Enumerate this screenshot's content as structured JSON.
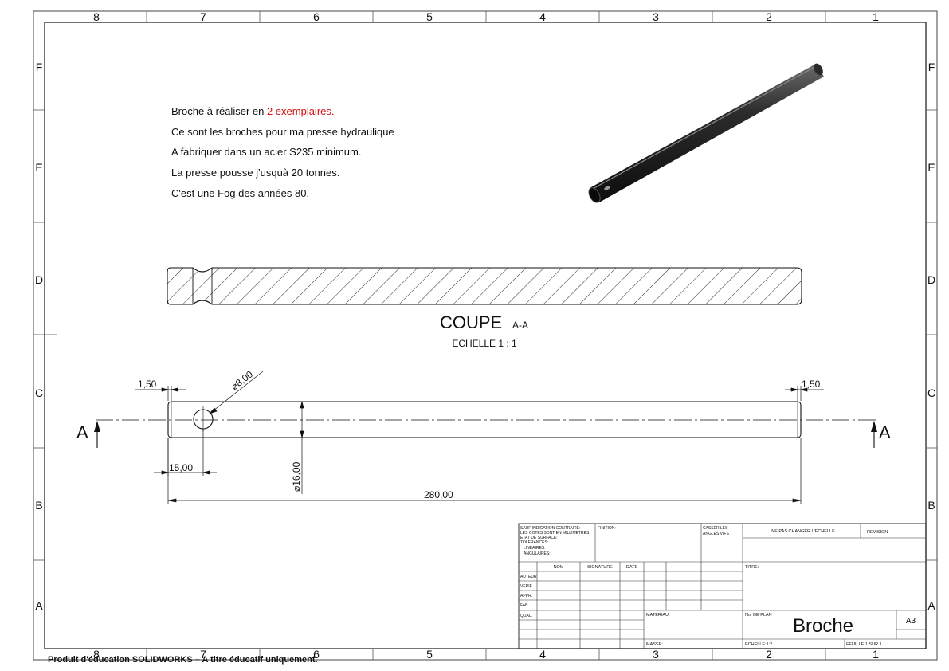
{
  "frame": {
    "columns": [
      "8",
      "7",
      "6",
      "5",
      "4",
      "3",
      "2",
      "1"
    ],
    "rows": [
      "F",
      "E",
      "D",
      "C",
      "B",
      "A"
    ]
  },
  "notes": {
    "line1_prefix": "Broche à réaliser en",
    "line1_highlight": " 2 exemplaires.",
    "line2": "Ce sont les broches pour ma presse hydraulique",
    "line3": "A fabriquer dans un acier S235 minimum.",
    "line4": "La presse pousse j'usquà 20 tonnes.",
    "line5": "C'est une Fog des années 80."
  },
  "section": {
    "title": "COUPE",
    "suffix": "A-A",
    "scale": "ECHELLE  1 : 1"
  },
  "dimensions": {
    "chamfer_left": "1,50",
    "chamfer_right": "1,50",
    "hole_diameter": "⌀8,00",
    "hole_offset": "15,00",
    "shaft_diameter": "⌀16,00",
    "length": "280,00",
    "section_label": "A"
  },
  "title_block": {
    "general_note": [
      "SAUF INDICATION CONTRAIRE:",
      "LES COTES SONT EN MILLIMETRES",
      "ETAT DE SURFACE:",
      "TOLERANCES:",
      "   LINEAIRES:",
      "   ANGULAIRES:"
    ],
    "finish": "FINITION:",
    "edges": [
      "CASSER LES",
      "ANGLES VIFS"
    ],
    "no_scale": "NE PAS CHANGER L'ECHELLE",
    "revision": "REVISION",
    "col_name": "NOM",
    "col_signature": "SIGNATURE",
    "col_date": "DATE",
    "roles": [
      "AUTEUR",
      "VERIF.",
      "APPR.",
      "FAB.",
      "QUAL."
    ],
    "title_label": "TITRE:",
    "material": "MATERIAU:",
    "drawing_no": "No. DE PLAN",
    "drawing_name": "Broche",
    "format": "A3",
    "mass": "MASSE:",
    "scale": "ECHELLE:1:2",
    "sheet": "FEUILLE 1 SUR 1"
  },
  "watermark": "Produit d'éducation SOLIDWORKS – A titre éducatif uniquement."
}
